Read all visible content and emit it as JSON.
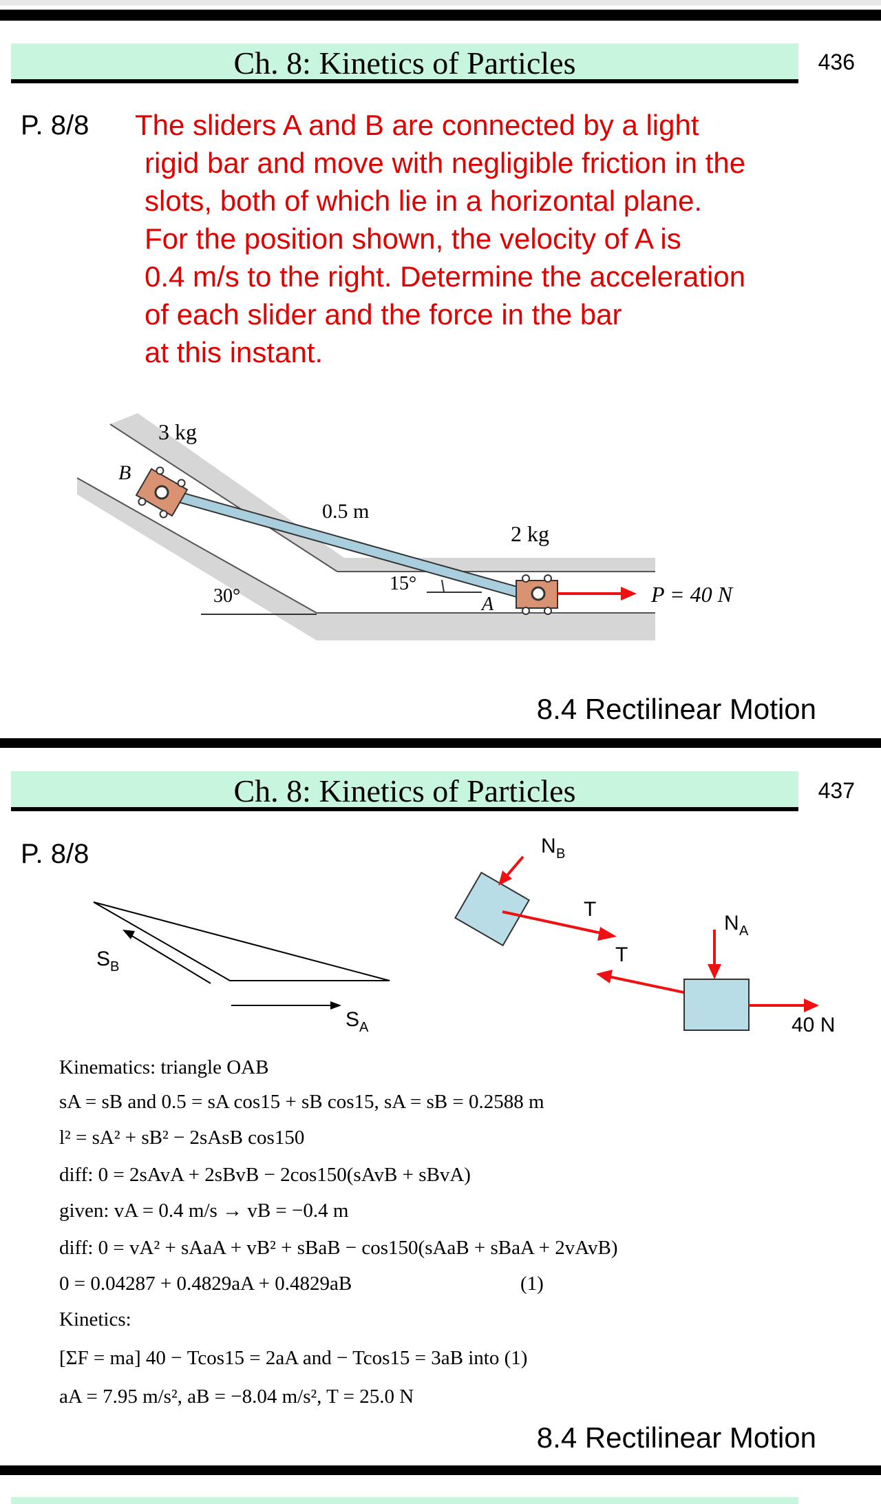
{
  "slide1": {
    "header_title": "Ch. 8: Kinetics of Particles",
    "page_number": "436",
    "problem_label": "P. 8/8",
    "statement_lines": [
      "The sliders A and B are connected by a light",
      "rigid bar and move with negligible friction in the",
      "slots, both of which lie in a horizontal plane.",
      "For the position shown, the velocity of A is",
      "0.4 m/s to the right.  Determine the acceleration",
      "of each slider and the force in the bar",
      "at this instant."
    ],
    "figure": {
      "mass_b": "3 kg",
      "label_b": "B",
      "bar_length": "0.5 m",
      "mass_a": "2 kg",
      "angle_30": "30°",
      "angle_15": "15°",
      "label_a": "A",
      "force_p": "P = 40 N"
    },
    "section_label": "8.4 Rectilinear Motion"
  },
  "slide2": {
    "header_title": "Ch. 8: Kinetics of Particles",
    "page_number": "437",
    "problem_label": "P. 8/8",
    "diagram": {
      "sb_label": "S",
      "sb_sub": "B",
      "sa_label": "S",
      "sa_sub": "A",
      "nb_label": "N",
      "nb_sub": "B",
      "t_label_1": "T",
      "t_label_2": "T",
      "na_label": "N",
      "na_sub": "A",
      "force_label": "40 N"
    },
    "solution": {
      "kinematics_heading": "Kinematics:  triangle OAB",
      "eq1": "sA = sB  and  0.5 = sA cos15 + sB cos15,  sA = sB = 0.2588 m",
      "eq2": "l² = sA² + sB² − 2sAsB cos150",
      "eq3": "diff:  0 = 2sAvA + 2sBvB − 2cos150(sAvB + sBvA)",
      "eq4": "given:  vA = 0.4 m/s → vB = −0.4 m",
      "eq5": "diff:  0 = vA² + sAaA + vB² + sBaB − cos150(sAaB + sBaA + 2vAvB)",
      "eq6": "0 = 0.04287 + 0.4829aA + 0.4829aB",
      "eq6_tag": "(1)",
      "kinetics_heading": "Kinetics:",
      "eq7": "[ΣF = ma]   40 − Tcos15 = 2aA  and  − Tcos15 = 3aB  into (1)",
      "eq8": "aA = 7.95 m/s²,  aB = −8.04 m/s²,  T = 25.0 N"
    },
    "section_label": "8.4 Rectilinear Motion"
  },
  "colors": {
    "header_bg": "#c7f5dd",
    "statement_red": "#e00000",
    "slider_fill": "#d99373",
    "block_fill": "#b8dde6",
    "bar_fill": "#a9cfdf",
    "arrow_red": "#ee1111"
  }
}
